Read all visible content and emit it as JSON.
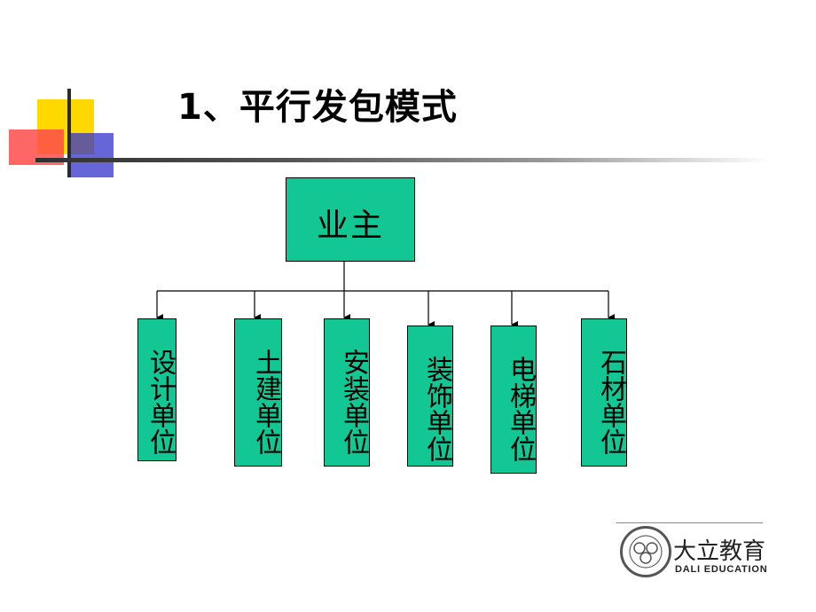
{
  "title": "1、平行发包模式",
  "owner": {
    "label": "业主"
  },
  "units": [
    {
      "label": "设计单位"
    },
    {
      "label": "土建单位"
    },
    {
      "label": "安装单位"
    },
    {
      "label": "装饰单位"
    },
    {
      "label": "电梯单位"
    },
    {
      "label": "石材单位"
    }
  ],
  "logo": {
    "name_cn": "大立教育",
    "name_en": "DALI EDUCATION"
  },
  "colors": {
    "box_fill": "#13c795",
    "deco_yellow": "#ffd800",
    "deco_red": "#ff4b4b",
    "deco_blue": "#3333cc"
  }
}
